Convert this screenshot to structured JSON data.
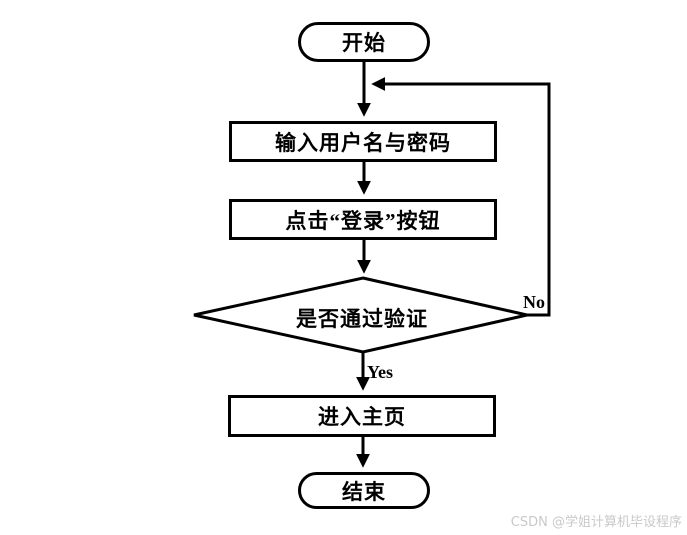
{
  "flowchart": {
    "title": "login-flow",
    "nodes": {
      "start": {
        "label": "开始",
        "shape": "stadium"
      },
      "input": {
        "label": "输入用户名与密码",
        "shape": "rect"
      },
      "click": {
        "label": "点击“登录”按钮",
        "shape": "rect"
      },
      "decision": {
        "label": "是否通过验证",
        "shape": "diamond"
      },
      "home": {
        "label": "进入主页",
        "shape": "rect"
      },
      "end": {
        "label": "结束",
        "shape": "stadium"
      }
    },
    "edges": {
      "yes_label": "Yes",
      "no_label": "No"
    },
    "colors": {
      "line": "#000000",
      "fill": "#ffffff",
      "text": "#000000"
    }
  },
  "watermark": {
    "text": "CSDN @学姐计算机毕设程序",
    "color": "#c9c9c9"
  }
}
